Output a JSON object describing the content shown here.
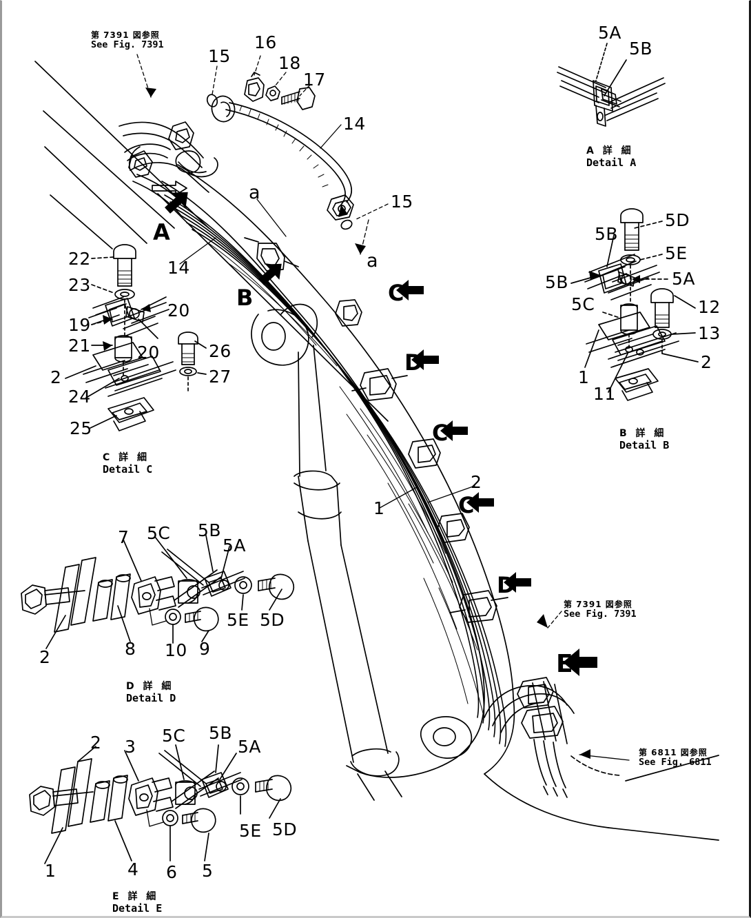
{
  "diagram": {
    "title": "Hydraulic piping parts diagram (boom / arm tube lines)",
    "kind": "exploded-parts-illustration",
    "line_color": "#000000",
    "background_color": "#ffffff"
  },
  "notes": [
    {
      "id": "note-top-left",
      "jp": "第 7391 図参照",
      "en": "See Fig. 7391"
    },
    {
      "id": "note-mid-right",
      "jp": "第 7391 図参照",
      "en": "See Fig. 7391"
    },
    {
      "id": "note-bot-right",
      "jp": "第 6811 図参照",
      "en": "See Fig. 6811"
    }
  ],
  "details": [
    {
      "id": "detail-a",
      "jp": "A 詳 細",
      "en": "Detail A"
    },
    {
      "id": "detail-b",
      "jp": "B 詳 細",
      "en": "Detail B"
    },
    {
      "id": "detail-c",
      "jp": "C 詳 細",
      "en": "Detail C"
    },
    {
      "id": "detail-d",
      "jp": "D 詳 細",
      "en": "Detail D"
    },
    {
      "id": "detail-e",
      "jp": "E 詳 細",
      "en": "Detail E"
    }
  ],
  "section_arrows": [
    {
      "id": "arrow-a",
      "label": "A",
      "dir": "up-right"
    },
    {
      "id": "arrow-b",
      "label": "B",
      "dir": "up-right"
    },
    {
      "id": "arrow-c1",
      "label": "C",
      "dir": "left"
    },
    {
      "id": "arrow-c2",
      "label": "C",
      "dir": "left"
    },
    {
      "id": "arrow-c3",
      "label": "C",
      "dir": "left"
    },
    {
      "id": "arrow-d1",
      "label": "D",
      "dir": "left"
    },
    {
      "id": "arrow-d2",
      "label": "D",
      "dir": "left"
    },
    {
      "id": "arrow-e",
      "label": "E",
      "dir": "left"
    }
  ],
  "callouts": {
    "main": [
      {
        "id": "m-15a",
        "text": "15"
      },
      {
        "id": "m-16",
        "text": "16"
      },
      {
        "id": "m-18",
        "text": "18"
      },
      {
        "id": "m-17",
        "text": "17"
      },
      {
        "id": "m-14a",
        "text": "14"
      },
      {
        "id": "m-15b",
        "text": "15"
      },
      {
        "id": "m-a1",
        "text": "a"
      },
      {
        "id": "m-a2",
        "text": "a"
      },
      {
        "id": "m-14b",
        "text": "14"
      },
      {
        "id": "m-1",
        "text": "1"
      },
      {
        "id": "m-2",
        "text": "2"
      }
    ],
    "detail_a": [
      {
        "id": "a-5A",
        "text": "5A"
      },
      {
        "id": "a-5B",
        "text": "5B"
      }
    ],
    "detail_b": [
      {
        "id": "b-5D",
        "text": "5D"
      },
      {
        "id": "b-5E",
        "text": "5E"
      },
      {
        "id": "b-5A",
        "text": "5A"
      },
      {
        "id": "b-5B1",
        "text": "5B"
      },
      {
        "id": "b-5B2",
        "text": "5B"
      },
      {
        "id": "b-5C",
        "text": "5C"
      },
      {
        "id": "b-12",
        "text": "12"
      },
      {
        "id": "b-13",
        "text": "13"
      },
      {
        "id": "b-1",
        "text": "1"
      },
      {
        "id": "b-11",
        "text": "11"
      },
      {
        "id": "b-2",
        "text": "2"
      }
    ],
    "detail_c": [
      {
        "id": "c-22",
        "text": "22"
      },
      {
        "id": "c-23",
        "text": "23"
      },
      {
        "id": "c-19",
        "text": "19"
      },
      {
        "id": "c-21",
        "text": "21"
      },
      {
        "id": "c-20a",
        "text": "20"
      },
      {
        "id": "c-20b",
        "text": "20"
      },
      {
        "id": "c-26",
        "text": "26"
      },
      {
        "id": "c-27",
        "text": "27"
      },
      {
        "id": "c-2",
        "text": "2"
      },
      {
        "id": "c-24",
        "text": "24"
      },
      {
        "id": "c-25",
        "text": "25"
      }
    ],
    "detail_d": [
      {
        "id": "d-7",
        "text": "7"
      },
      {
        "id": "d-5C",
        "text": "5C"
      },
      {
        "id": "d-5B",
        "text": "5B"
      },
      {
        "id": "d-5A",
        "text": "5A"
      },
      {
        "id": "d-5E",
        "text": "5E"
      },
      {
        "id": "d-5D",
        "text": "5D"
      },
      {
        "id": "d-2",
        "text": "2"
      },
      {
        "id": "d-8",
        "text": "8"
      },
      {
        "id": "d-10",
        "text": "10"
      },
      {
        "id": "d-9",
        "text": "9"
      }
    ],
    "detail_e": [
      {
        "id": "e-2",
        "text": "2"
      },
      {
        "id": "e-3",
        "text": "3"
      },
      {
        "id": "e-5C",
        "text": "5C"
      },
      {
        "id": "e-5B",
        "text": "5B"
      },
      {
        "id": "e-5A",
        "text": "5A"
      },
      {
        "id": "e-5E",
        "text": "5E"
      },
      {
        "id": "e-5D",
        "text": "5D"
      },
      {
        "id": "e-1",
        "text": "1"
      },
      {
        "id": "e-4",
        "text": "4"
      },
      {
        "id": "e-6",
        "text": "6"
      },
      {
        "id": "e-5",
        "text": "5"
      }
    ]
  }
}
